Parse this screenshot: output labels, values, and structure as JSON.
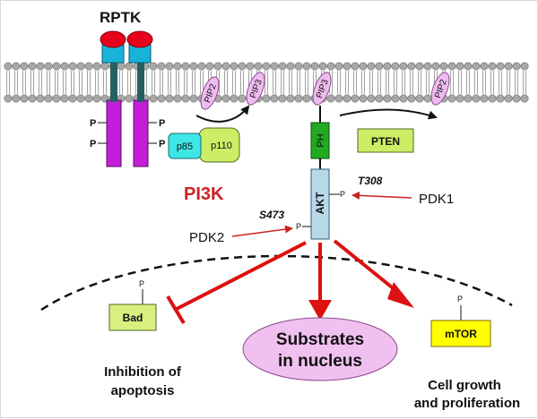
{
  "labels": {
    "receptor": "RPTK",
    "pi3k": "PI3K",
    "p85": "p85",
    "p110": "p110",
    "pip2_left": "PIP2",
    "pip3_left": "PIP3",
    "pip3_right": "PIP3",
    "pip2_right": "PIP2",
    "ph": "PH",
    "pten": "PTEN",
    "akt": "AKT",
    "t308": "T308",
    "s473": "S473",
    "pdk1": "PDK1",
    "pdk2": "PDK2",
    "bad": "Bad",
    "mtor": "mTOR",
    "nucleus_line1": "Substrates",
    "nucleus_line2": "in nucleus",
    "apoptosis_line1": "Inhibition of",
    "apoptosis_line2": "apoptosis",
    "growth_line1": "Cell growth",
    "growth_line2": "and proliferation",
    "phospho": "P"
  },
  "colors": {
    "receptor_head": "#e8001c",
    "receptor_neck": "#16b4d8",
    "receptor_stalk": "#256060",
    "receptor_tail": "#c21ed8",
    "membrane_head": "#a8a8a8",
    "p85": "#3ee6e6",
    "p110": "#ccee66",
    "ph": "#22aa22",
    "pten": "#ccee66",
    "akt": "#b8d8e8",
    "pip": "#f0bcf0",
    "bad": "#d8f080",
    "mtor": "#ffff00",
    "nucleus": "#f0c0f0",
    "red_arrow": "#dd1111",
    "pi3k_text": "#cc2222"
  }
}
